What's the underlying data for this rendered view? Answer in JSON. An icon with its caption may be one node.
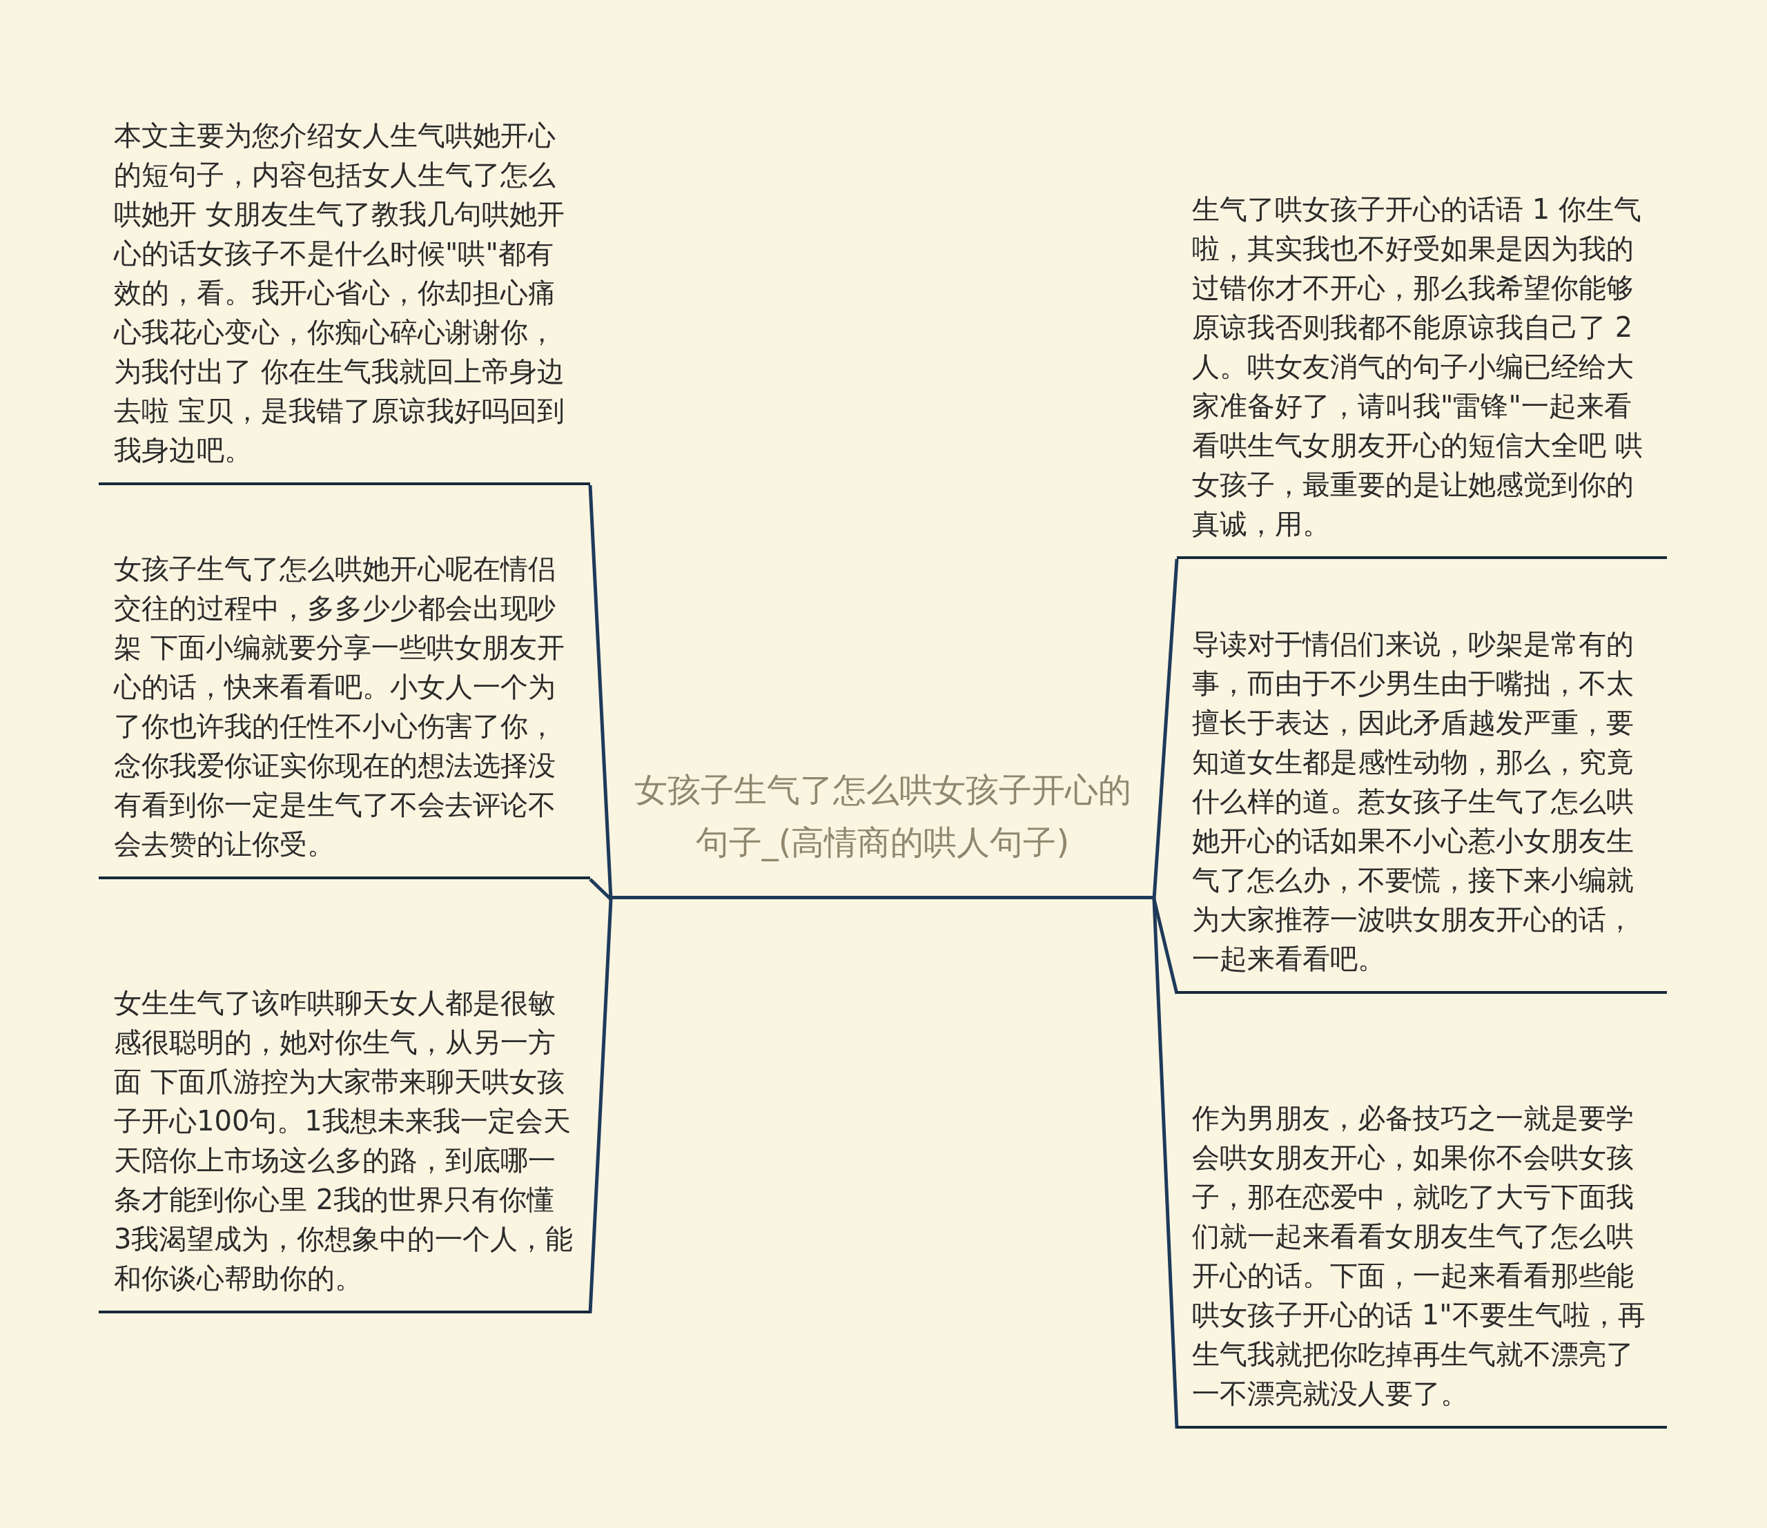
{
  "diagram": {
    "nodes": [
      {
        "text": [
          "女孩子生气了怎么哄女孩子开心的句子_(高情商的哄人句子)"
        ]
      },
      {
        "text": [
          "本文主要为您介绍女人生气哄她开心的短句子，内容包括女人生气了怎么哄她开 女朋友生气了教我几句哄她开心的话女孩子不是什么时候\"哄\"都有效的，看。我开心省心，你却担心痛心我花心变心，你痴心碎心谢谢你，为我付出了 你在生气我就回上帝身边去啦 宝贝，是我错了原谅我好吗回到我身边吧。"
        ]
      },
      {
        "text": [
          "女孩子生气了怎么哄她开心呢在情侣交往的过程中，多多少少都会出现吵架 下面小编就要分享一些哄女朋友开心的话，快来看看吧。小女人一个为了你也许我的任性不小心伤害了你，念你我爱你证实你现在的想法选择没有看到你一定是生气了不会去评论不会去赞的让你受。"
        ]
      },
      {
        "text": [
          "女生生气了该咋哄聊天女人都是很敏感很聪明的，她对你生气，从另一方面 下面爪游控为大家带来聊天哄女孩子开心100句。1我想未来我一定会天天陪你上市场这么多的路，到底哪一条才能到你心里 2我的世界只有你懂 3我渴望成为，你想象中的一个人，能和你谈心帮助你的。"
        ]
      },
      {
        "text": [
          "生气了哄女孩子开心的话语 1 你生气啦，其实我也不好受如果是因为我的过错你才不开心，那么我希望你能够原谅我否则我都不能原谅我自己了 2人。哄女友消气的句子小编已经给大家准备好了，请叫我\"雷锋\"一起来看看哄生气女朋友开心的短信大全吧 哄女孩子，最重要的是让她感觉到你的真诚，用。"
        ]
      },
      {
        "text": [
          "导读对于情侣们来说，吵架是常有的事，而由于不少男生由于嘴拙，不太擅长于表达，因此矛盾越发严重，要知道女生都是感性动物，那么，究竟什么样的道。惹女孩子生气了怎么哄她开心的话如果不小心惹小女朋友生气了怎么办，不要慌，接下来小编就为大家推荐一波哄女朋友开心的话，一起来看看吧。"
        ]
      },
      {
        "text": [
          "作为男朋友，必备技巧之一就是要学会哄女朋友开心，如果你不会哄女孩子，那在恋爱中，就吃了大亏下面我们就一起来看看女朋友生气了怎么哄开心的话。下面，一起来看看那些能哄女孩子开心的话 1\"不要生气啦，再生气我就把你吃掉再生气就不漂亮了一不漂亮就没人要了。"
        ]
      }
    ],
    "edges": [
      {
        "from": 0,
        "to": 1,
        "arrow": "none"
      },
      {
        "from": 0,
        "to": 2,
        "arrow": "none"
      },
      {
        "from": 0,
        "to": 3,
        "arrow": "none"
      },
      {
        "from": 0,
        "to": 4,
        "arrow": "none"
      },
      {
        "from": 0,
        "to": 5,
        "arrow": "none"
      },
      {
        "from": 0,
        "to": 6,
        "arrow": "none"
      }
    ]
  }
}
